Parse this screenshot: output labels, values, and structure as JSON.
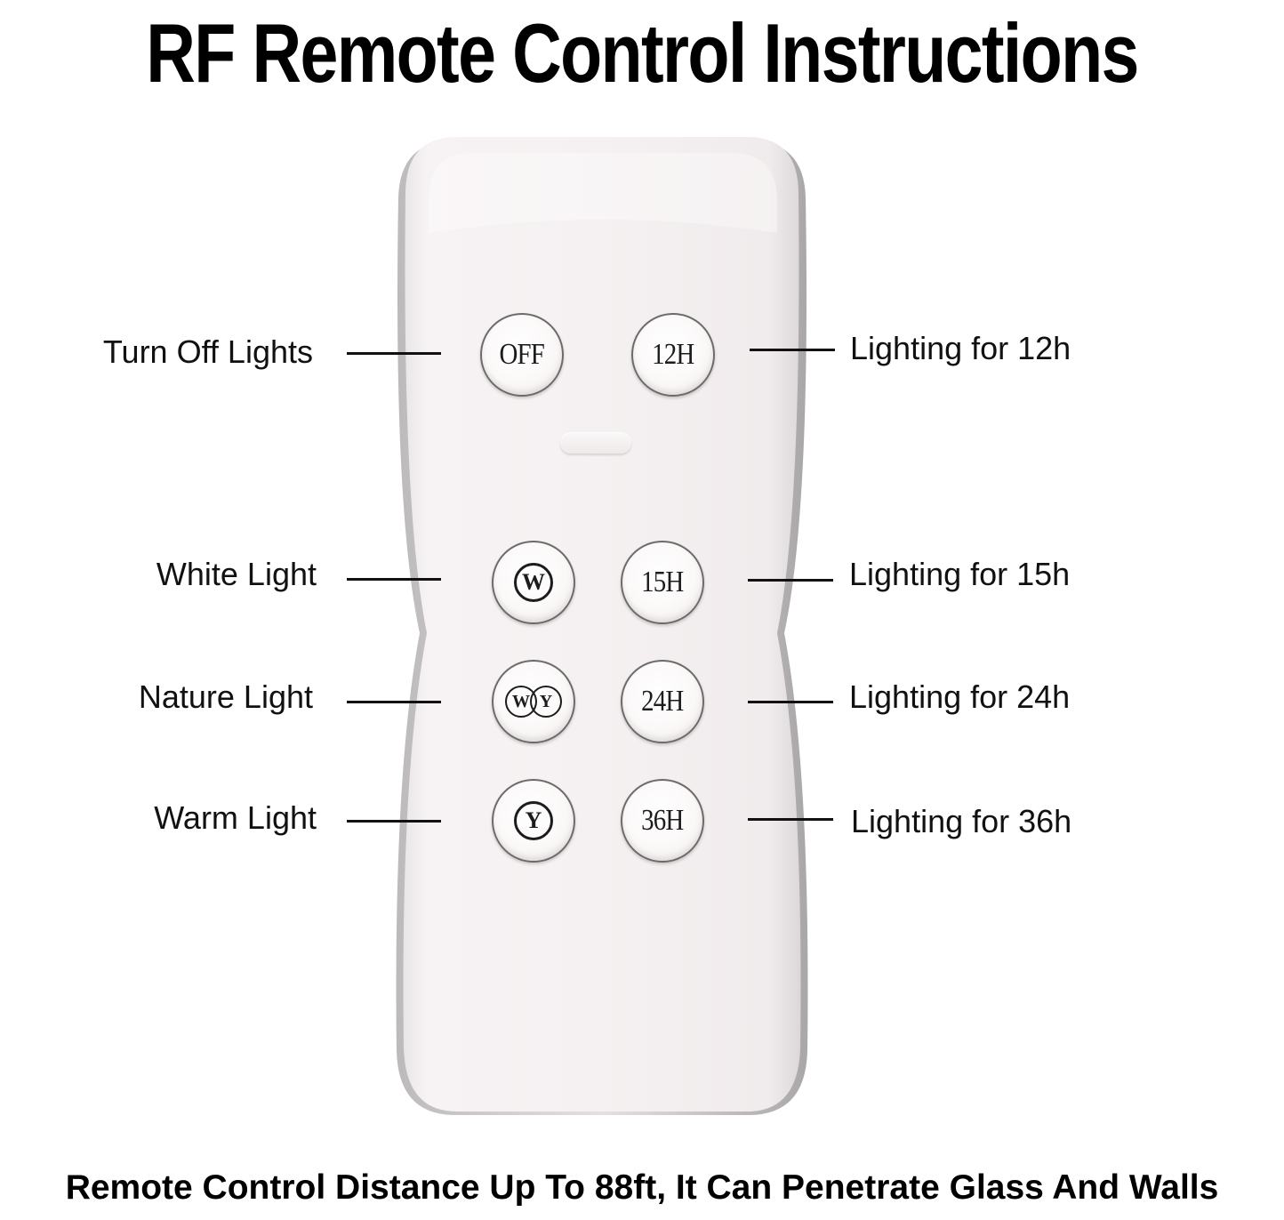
{
  "title": "RF Remote Control Instructions",
  "footer": "Remote Control Distance Up To 88ft, It Can Penetrate Glass And Walls",
  "remote": {
    "buttons": {
      "off": "OFF",
      "h12": "12H",
      "white": "W",
      "h15": "15H",
      "nature_w": "W",
      "nature_y": "Y",
      "h24": "24H",
      "warm": "Y",
      "h36": "36H"
    }
  },
  "labels": {
    "turn_off": "Turn Off Lights",
    "white": "White Light",
    "nature": "Nature Light",
    "warm": "Warm Light",
    "h12": "Lighting for 12h",
    "h15": "Lighting for 15h",
    "h24": "Lighting for 24h",
    "h36": "Lighting for 36h"
  },
  "colors": {
    "text": "#111111",
    "remote_body": "#f6f1f2",
    "remote_edge": "#c9c6c7"
  }
}
